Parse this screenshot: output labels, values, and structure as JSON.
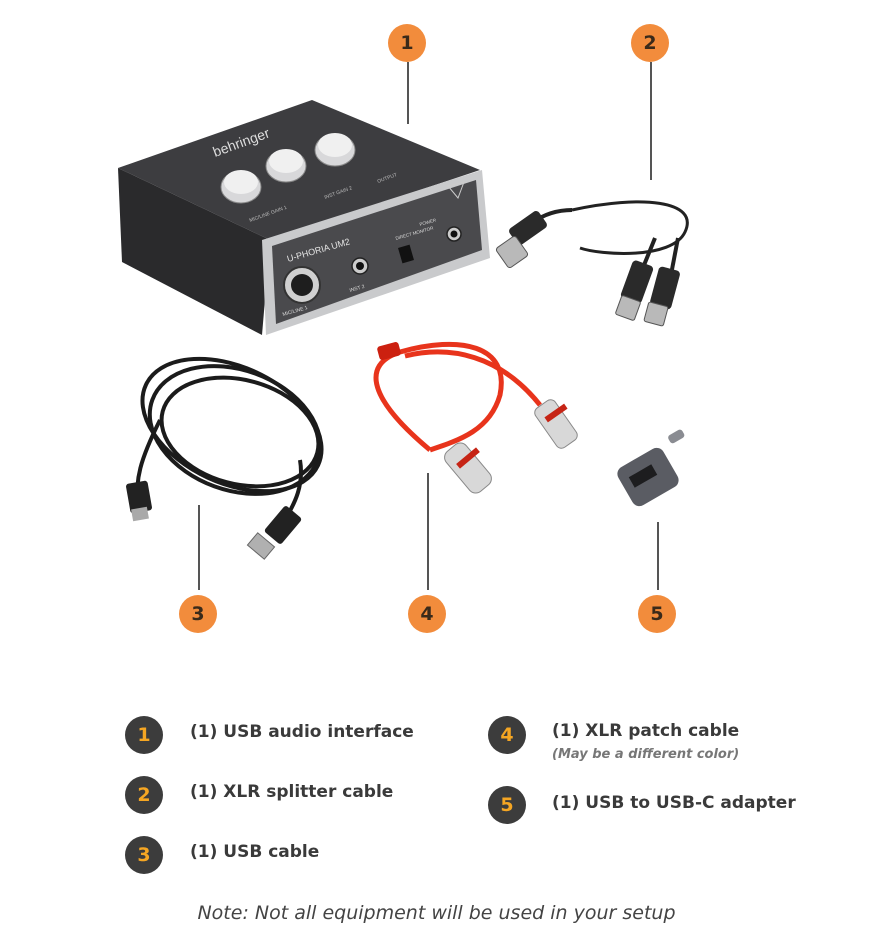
{
  "callouts": [
    "1",
    "2",
    "3",
    "4",
    "5"
  ],
  "legend": {
    "items": [
      {
        "num": "1",
        "label": "(1) USB audio interface",
        "sub": ""
      },
      {
        "num": "2",
        "label": "(1) XLR splitter cable",
        "sub": ""
      },
      {
        "num": "3",
        "label": "(1) USB cable",
        "sub": ""
      },
      {
        "num": "4",
        "label": "(1) XLR patch cable",
        "sub": "(May be a different color)"
      },
      {
        "num": "5",
        "label": "(1) USB to USB-C adapter",
        "sub": ""
      }
    ]
  },
  "device_text": {
    "brand": "behringer",
    "model": "U-PHORIA UM2",
    "knob1": "MIC/LINE GAIN 1",
    "knob2": "INST GAIN 2",
    "knob3": "OUTPUT",
    "input1": "MIC/LINE 1",
    "input2": "INST 2",
    "direct": "DIRECT MONITOR",
    "power": "POWER"
  },
  "note": "Note: Not all equipment will be used in your setup",
  "colors": {
    "callout": "#f28c3c",
    "badge_bg": "#3c3c3c",
    "badge_num": "#f5a623",
    "cable_red": "#e8341c"
  }
}
